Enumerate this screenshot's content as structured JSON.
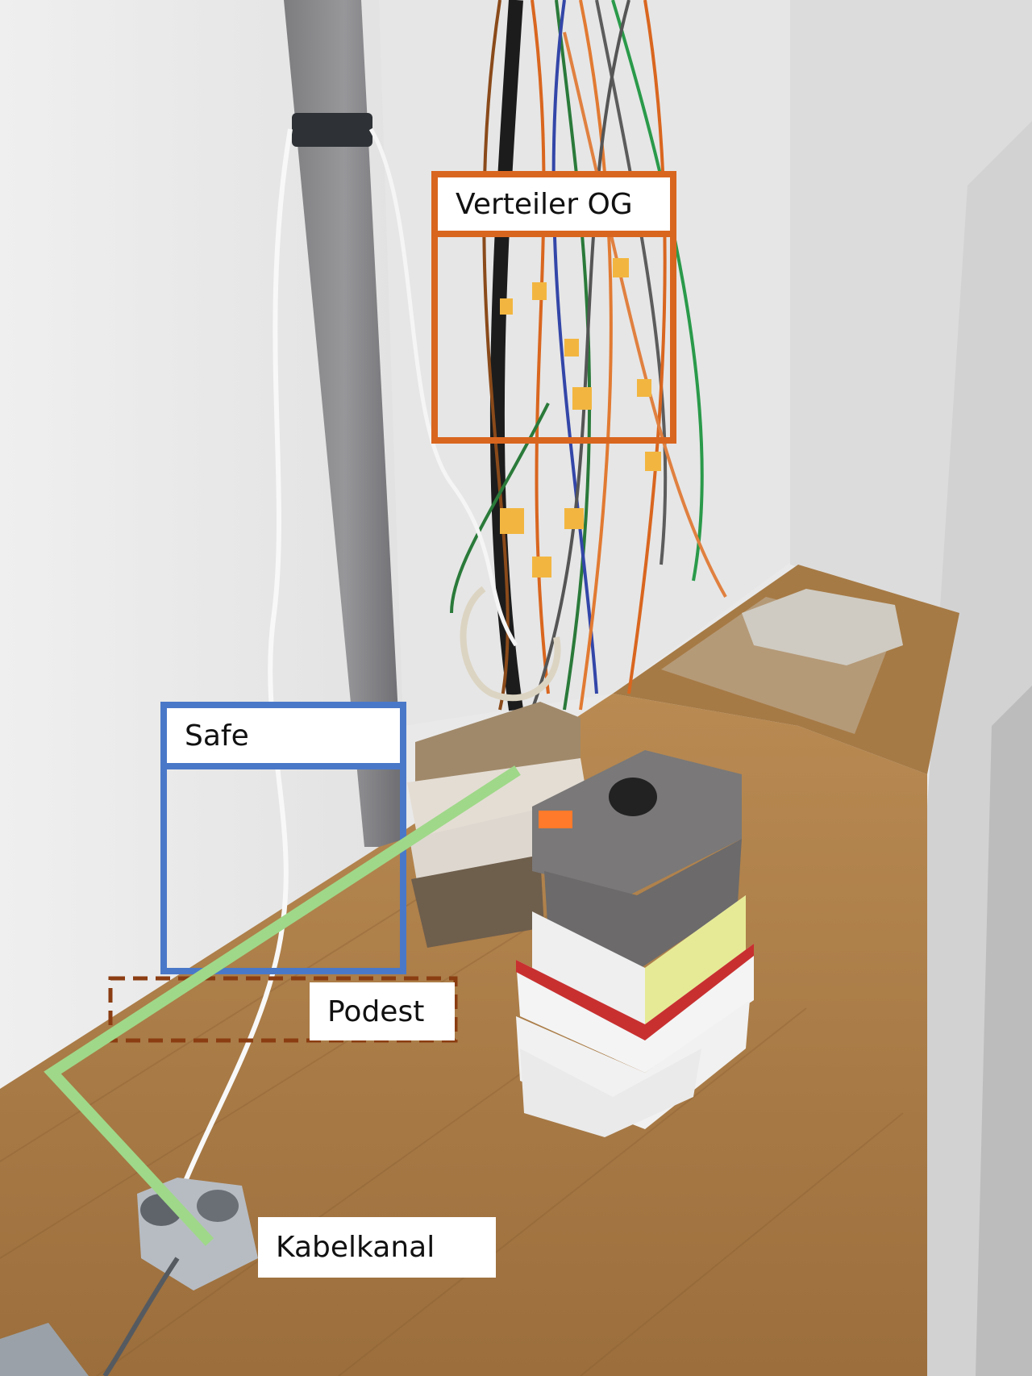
{
  "annotations": {
    "verteiler": {
      "label": "Verteiler OG",
      "color": "#d9661f"
    },
    "safe": {
      "label": "Safe",
      "color": "#4a78c8"
    },
    "podest": {
      "label": "Podest",
      "color": "#8b3d12"
    },
    "kabelkanal": {
      "label": "Kabelkanal",
      "color": "#9fd889"
    }
  }
}
